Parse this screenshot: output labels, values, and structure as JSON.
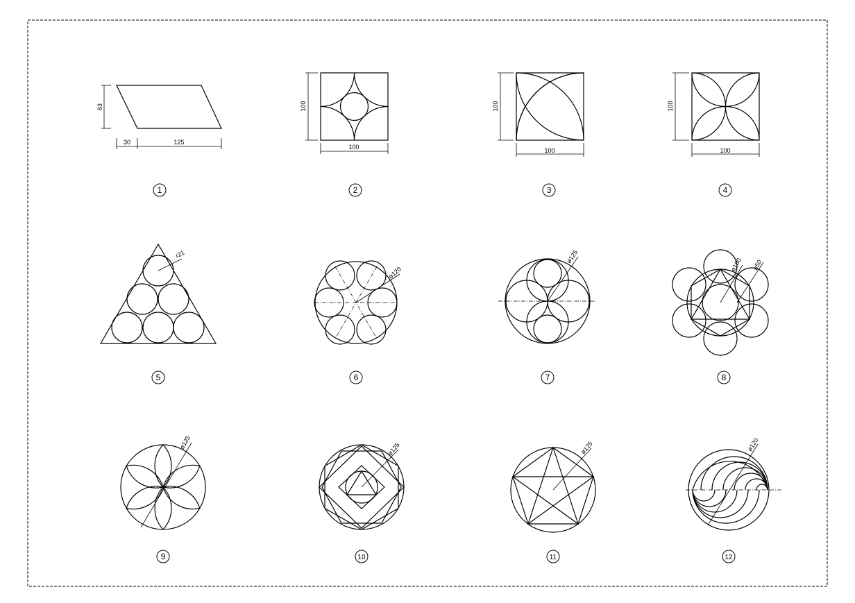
{
  "figures": [
    {
      "number": "1",
      "dims": {
        "height": "63",
        "offset": "30",
        "width": "125"
      }
    },
    {
      "number": "2",
      "dims": {
        "height": "100",
        "width": "100"
      }
    },
    {
      "number": "3",
      "dims": {
        "height": "100",
        "width": "100"
      }
    },
    {
      "number": "4",
      "dims": {
        "height": "100",
        "width": "100"
      }
    },
    {
      "number": "5",
      "dims": {
        "radius": "r21"
      }
    },
    {
      "number": "6",
      "dims": {
        "diameter": "ø120"
      }
    },
    {
      "number": "7",
      "dims": {
        "diameter": "ø125"
      }
    },
    {
      "number": "8",
      "dims": {
        "inner": "ø100",
        "outer": "ø50"
      }
    },
    {
      "number": "9",
      "dims": {
        "diameter": "ø125"
      }
    },
    {
      "number": "10",
      "dims": {
        "diameter": "ø125"
      }
    },
    {
      "number": "11",
      "dims": {
        "diameter": "ø125"
      }
    },
    {
      "number": "12",
      "dims": {
        "diameter": "ø120"
      }
    }
  ],
  "colors": {
    "line": "#000000",
    "background": "#ffffff"
  }
}
